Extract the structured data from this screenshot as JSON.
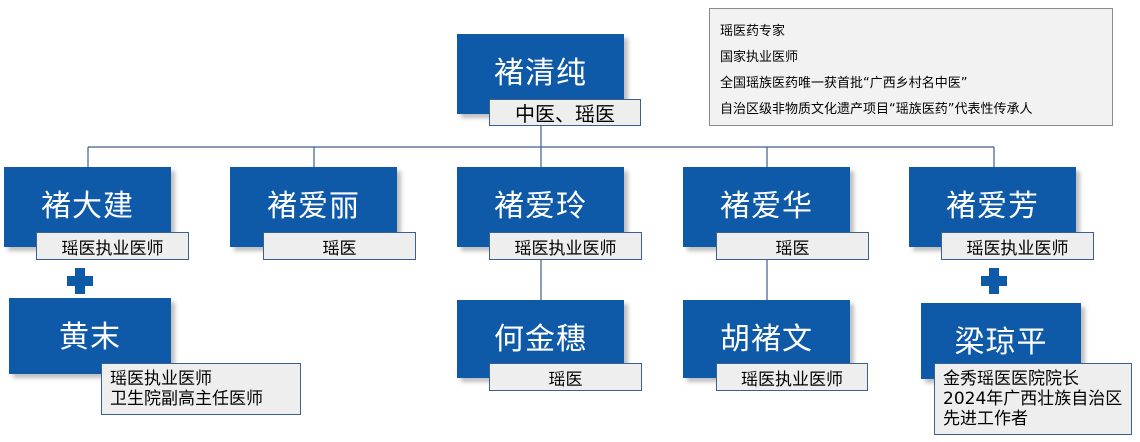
{
  "info": [
    "瑶医药专家",
    "国家执业医师",
    "全国瑶族医药唯一获首批“广西乡村名中医”",
    "自治区级非物质文化遗产项目“瑶族医药”代表性传承人"
  ],
  "root": {
    "name": "褚清纯",
    "tag": "中医、瑶医"
  },
  "children": [
    {
      "name": "褚大建",
      "tag": "瑶医执业医师"
    },
    {
      "name": "褚爱丽",
      "tag": "瑶医"
    },
    {
      "name": "褚爱玲",
      "tag": "瑶医执业医师"
    },
    {
      "name": "褚爱华",
      "tag": "瑶医"
    },
    {
      "name": "褚爱芳",
      "tag": "瑶医执业医师"
    }
  ],
  "spouses": [
    {
      "name": "黄末",
      "tags": [
        "瑶医执业医师",
        "卫生院副高主任医师"
      ]
    },
    {
      "name": "何金穗",
      "tags": [
        "瑶医"
      ]
    },
    {
      "name": "胡褚文",
      "tags": [
        "瑶医执业医师"
      ]
    },
    {
      "name": "梁琼平",
      "tags": [
        "金秀瑶医医院院长",
        "2024年广西壮族自治区",
        "先进工作者"
      ]
    }
  ]
}
